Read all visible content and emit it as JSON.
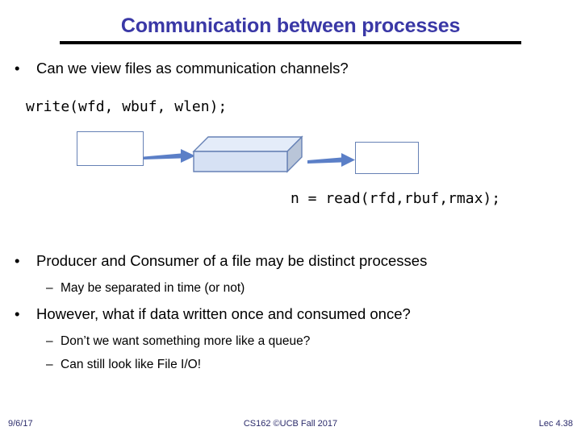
{
  "slide": {
    "title": "Communication between processes",
    "colors": {
      "title": "#3a38a6",
      "rule": "#000000",
      "arrow": "#5b7fc7",
      "box_border": "#6681b5",
      "cube_front": "#d6e1f4",
      "cube_top": "#e4ecf9",
      "cube_side": "#b9c5d8",
      "footer_text": "#2b2b6b",
      "background": "#ffffff"
    },
    "bullets": [
      {
        "marker": "•",
        "text": "Can we view files as communication channels?"
      },
      {
        "marker": "•",
        "text": "Producer and Consumer of a file may be distinct processes"
      },
      {
        "marker": "•",
        "text": "However, what if data written once and consumed once?"
      }
    ],
    "subbullets": [
      {
        "marker": "–",
        "text": "May be separated in time (or not)"
      },
      {
        "marker": "–",
        "text": "Don’t we want something more like a queue?"
      },
      {
        "marker": "–",
        "text": "Can still look like File I/O!"
      }
    ],
    "code": {
      "write_call": "write(wfd, wbuf, wlen);",
      "read_call": "n = read(rfd,rbuf,rmax);"
    },
    "diagram": {
      "left_box_label": "",
      "right_box_label": "",
      "cube_label": "",
      "arrow1_name": "write-arrow",
      "arrow2_name": "read-arrow"
    }
  },
  "footer": {
    "date": "9/6/17",
    "center": "CS162 ©UCB Fall 2017",
    "page": "Lec 4.38"
  }
}
